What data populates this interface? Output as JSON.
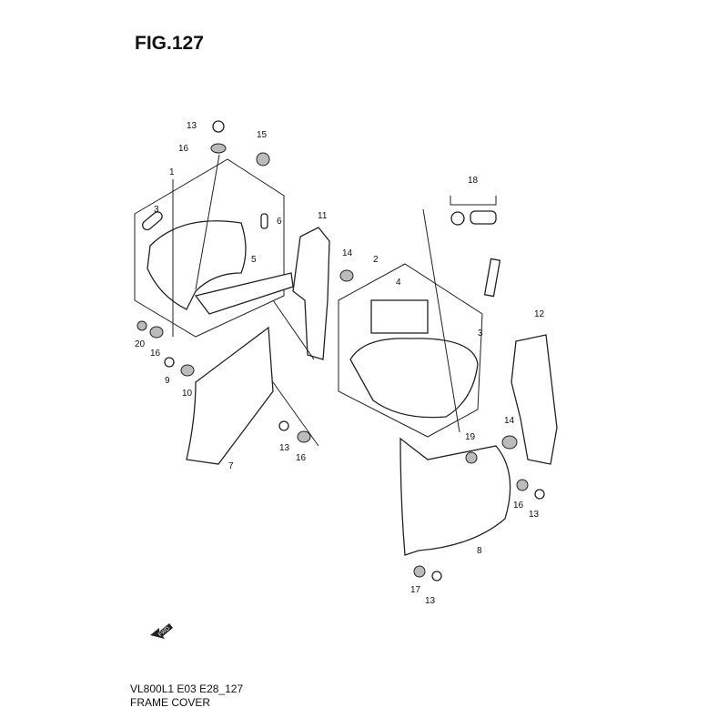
{
  "figure_title": "FIG.127",
  "model_code": "VL800L1 E03 E28_127",
  "section_name": "FRAME COVER",
  "fwd_arrow_label": "FWD",
  "callouts": [
    "13",
    "16",
    "15",
    "1",
    "3",
    "6",
    "5",
    "11",
    "14",
    "18",
    "2",
    "4",
    "3",
    "12",
    "20",
    "16",
    "9",
    "10",
    "7",
    "13",
    "16",
    "14",
    "19",
    "16",
    "13",
    "8",
    "17",
    "13"
  ]
}
